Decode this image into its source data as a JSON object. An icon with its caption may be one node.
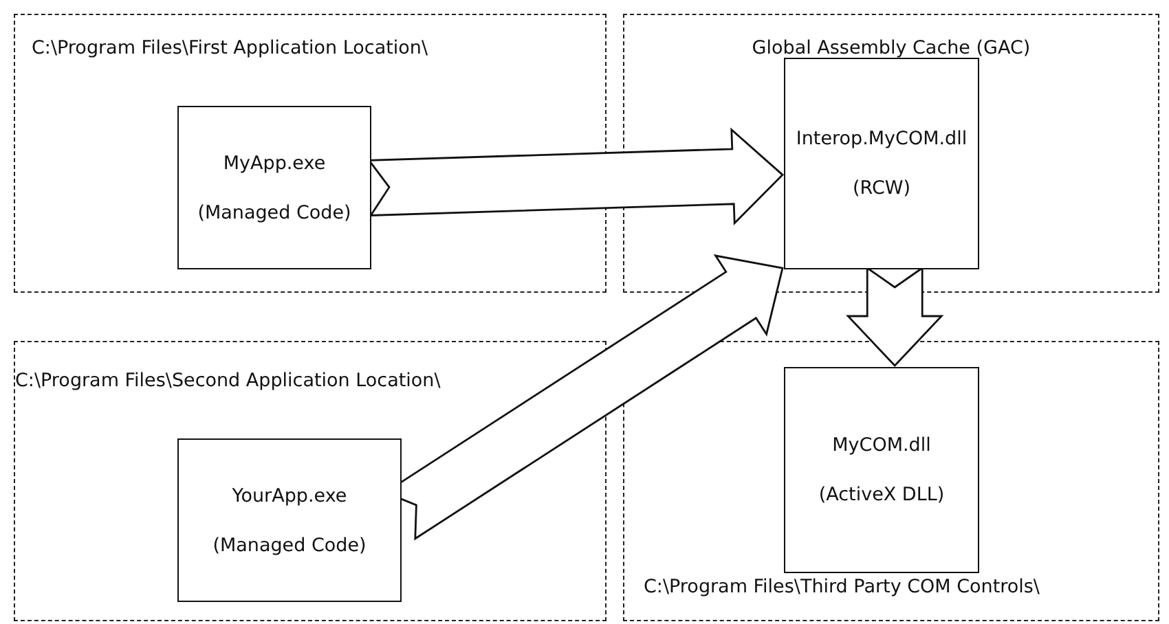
{
  "diagram": {
    "nodes": [
      {
        "text": [
          "C:\\Program Files\\First Application Location\\"
        ]
      },
      {
        "text": [
          "MyApp.exe",
          "(Managed Code)"
        ],
        "in": 0
      },
      {
        "text": [
          "Global Assembly Cache (GAC)"
        ]
      },
      {
        "text": [
          "Interop.MyCOM.dll",
          "(RCW)"
        ],
        "in": 2
      },
      {
        "text": [
          "C:\\Program Files\\Second Application Location\\"
        ]
      },
      {
        "text": [
          "YourApp.exe",
          "(Managed Code)"
        ],
        "in": 4
      },
      {
        "text": [
          "C:\\Program Files\\Third Party COM Controls\\"
        ]
      },
      {
        "text": [
          "MyCOM.dll",
          "(ActiveX DLL)"
        ],
        "in": 6
      }
    ],
    "edges": [
      {
        "from": 1,
        "to": 3,
        "arrow": "to"
      },
      {
        "from": 5,
        "to": 3,
        "arrow": "to"
      },
      {
        "from": 3,
        "to": 7,
        "arrow": "to"
      }
    ]
  }
}
